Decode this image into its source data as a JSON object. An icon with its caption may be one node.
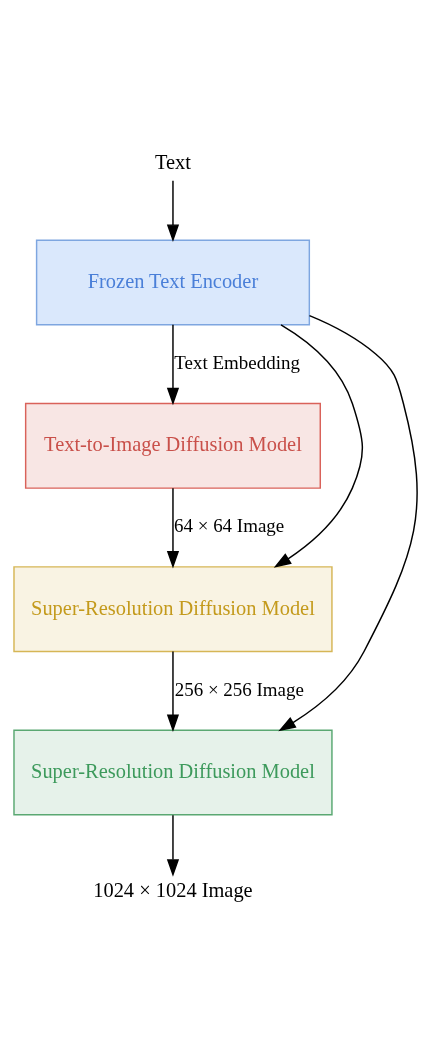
{
  "diagram": {
    "nodes": [
      {
        "text": [
          "Text"
        ]
      },
      {
        "text": [
          "Frozen Text Encoder"
        ]
      },
      {
        "text": [
          "Text-to-Image Diffusion Model"
        ]
      },
      {
        "text": [
          "Super-Resolution Diffusion Model"
        ]
      },
      {
        "text": [
          "Super-Resolution Diffusion Model"
        ]
      },
      {
        "text": [
          "1024 × 1024 Image"
        ]
      }
    ],
    "edges": [
      {
        "from": 0,
        "to": 1,
        "arrow": "to"
      },
      {
        "from": 1,
        "to": 2,
        "arrow": "to",
        "label": "Text Embedding"
      },
      {
        "from": 1,
        "to": 3,
        "arrow": "to"
      },
      {
        "from": 1,
        "to": 4,
        "arrow": "to"
      },
      {
        "from": 2,
        "to": 3,
        "arrow": "to",
        "label": "64 × 64 Image"
      },
      {
        "from": 3,
        "to": 4,
        "arrow": "to",
        "label": "256 × 256 Image"
      },
      {
        "from": 4,
        "to": 5,
        "arrow": "to"
      }
    ]
  }
}
